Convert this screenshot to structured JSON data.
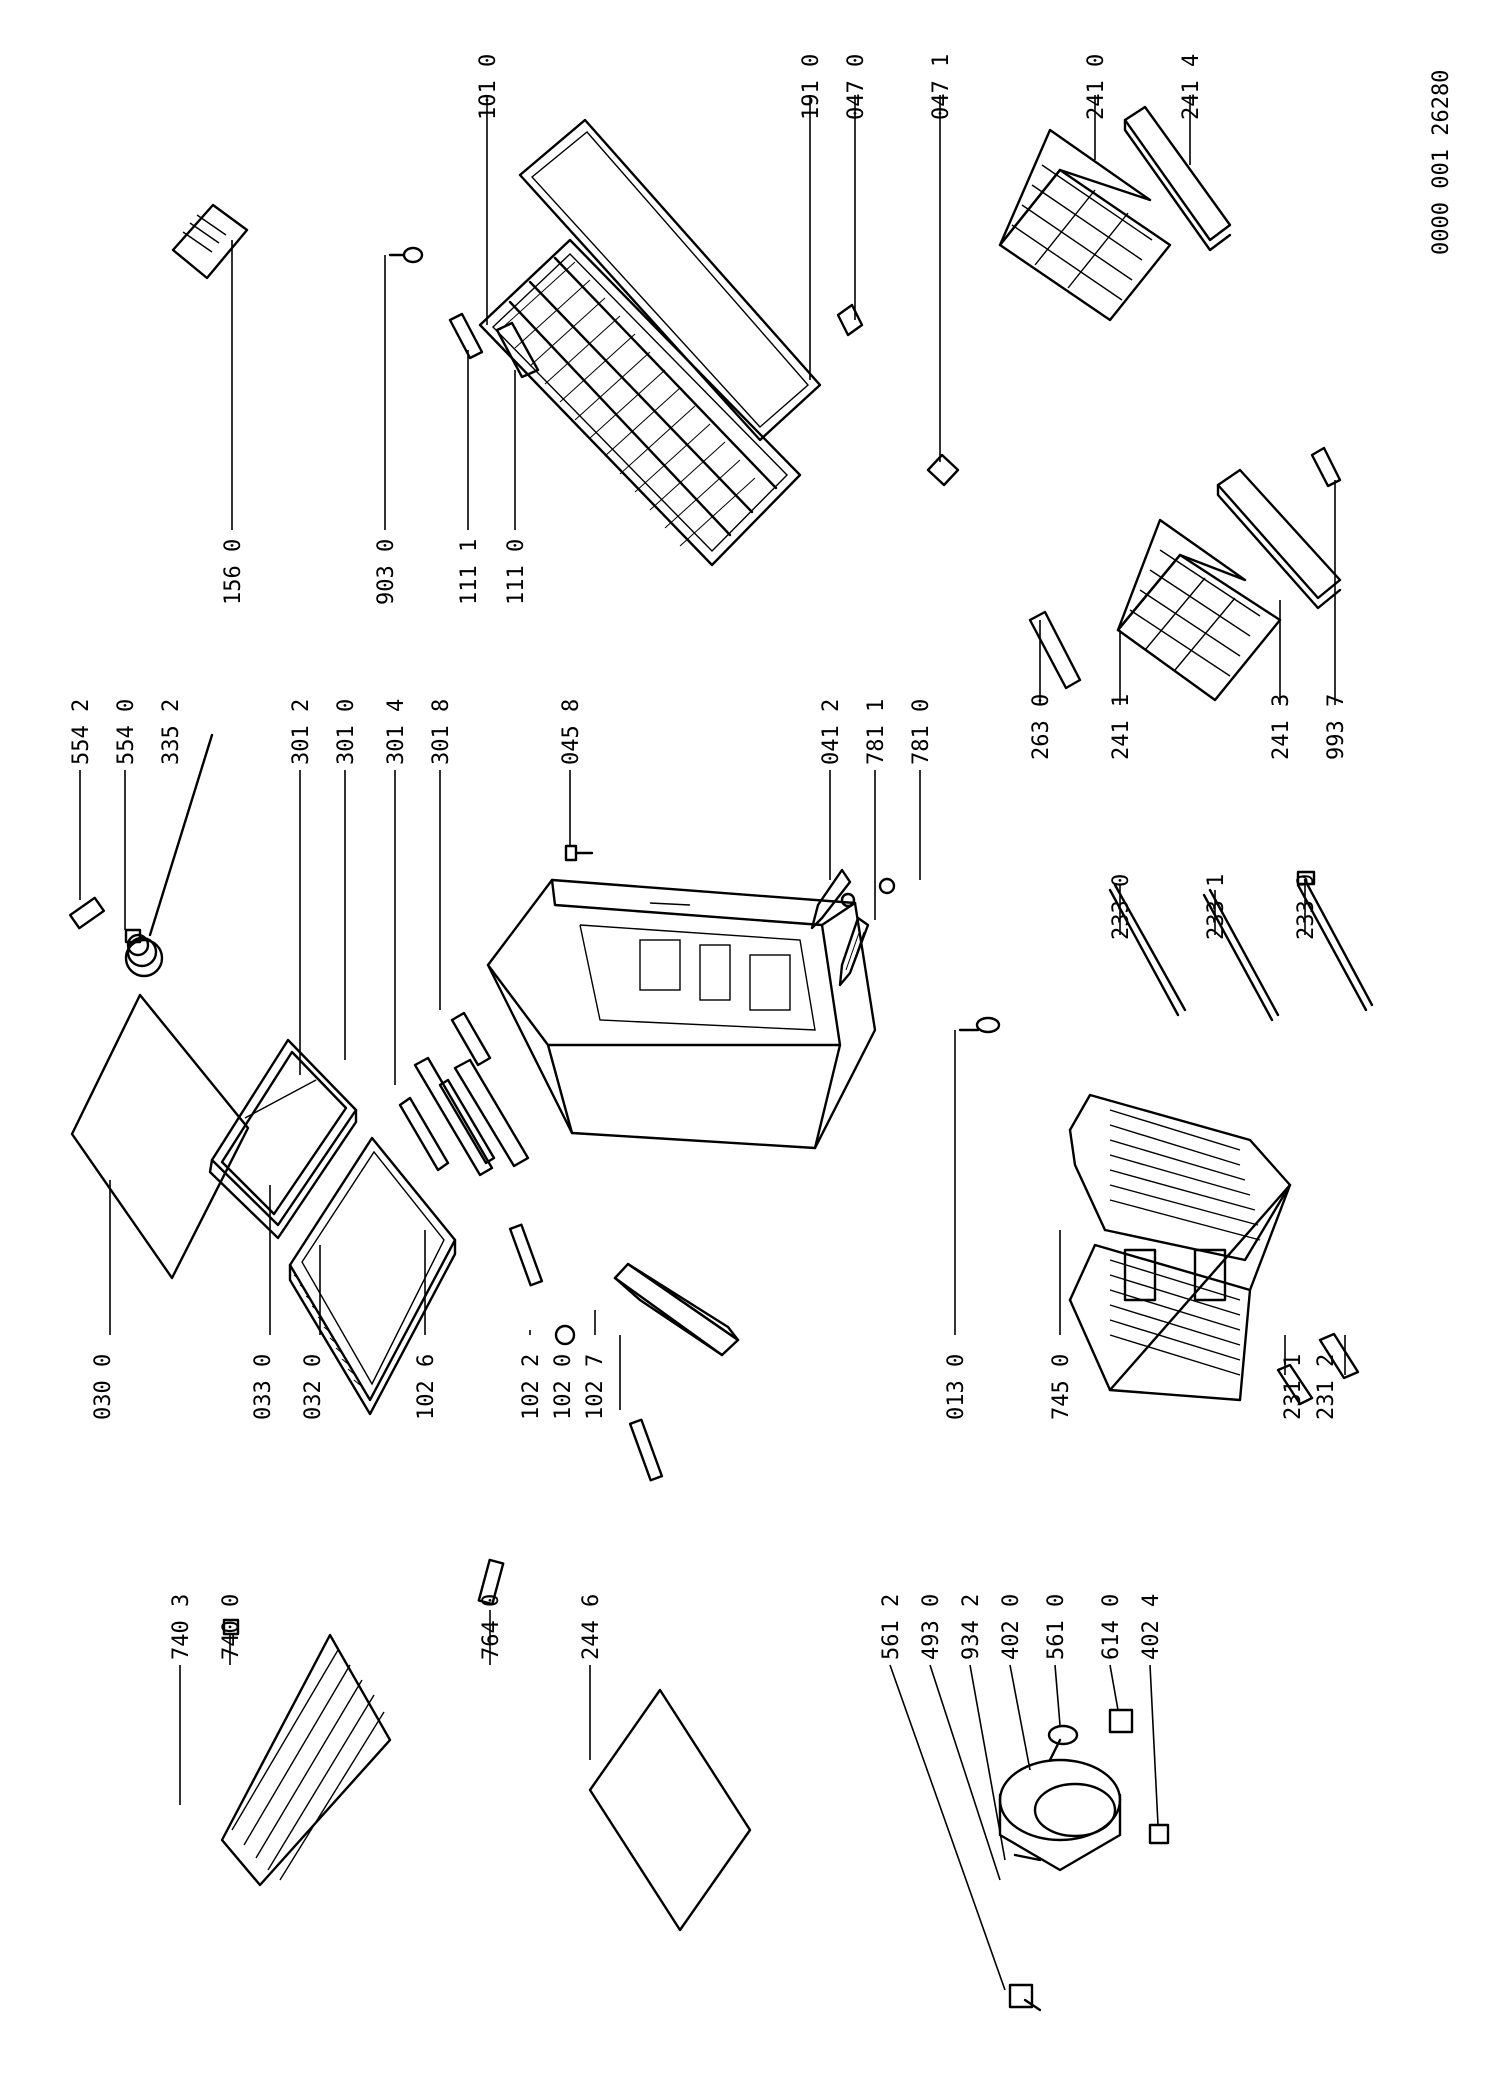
{
  "document": {
    "reference": "0000 001 26280"
  },
  "labels": [
    {
      "id": "lbl-030-0",
      "text": "030 0"
    },
    {
      "id": "lbl-033-0",
      "text": "033 0"
    },
    {
      "id": "lbl-032-0",
      "text": "032 0"
    },
    {
      "id": "lbl-102-6",
      "text": "102 6"
    },
    {
      "id": "lbl-102-2",
      "text": "102 2"
    },
    {
      "id": "lbl-102-0",
      "text": "102 0"
    },
    {
      "id": "lbl-102-7",
      "text": "102 7"
    },
    {
      "id": "lbl-013-0",
      "text": "013 0"
    },
    {
      "id": "lbl-745-0",
      "text": "745 0"
    },
    {
      "id": "lbl-231-1",
      "text": "231 1"
    },
    {
      "id": "lbl-231-2",
      "text": "231 2"
    },
    {
      "id": "lbl-740-3",
      "text": "740 3"
    },
    {
      "id": "lbl-740-0",
      "text": "740 0"
    },
    {
      "id": "lbl-764-0",
      "text": "764 0"
    },
    {
      "id": "lbl-244-6",
      "text": "244 6"
    },
    {
      "id": "lbl-561-2",
      "text": "561 2"
    },
    {
      "id": "lbl-493-0",
      "text": "493 0"
    },
    {
      "id": "lbl-934-2",
      "text": "934 2"
    },
    {
      "id": "lbl-402-0",
      "text": "402 0"
    },
    {
      "id": "lbl-561-0",
      "text": "561 0"
    },
    {
      "id": "lbl-614-0",
      "text": "614 0"
    },
    {
      "id": "lbl-402-4",
      "text": "402 4"
    },
    {
      "id": "lbl-554-2",
      "text": "554 2"
    },
    {
      "id": "lbl-554-0",
      "text": "554 0"
    },
    {
      "id": "lbl-335-2",
      "text": "335 2"
    },
    {
      "id": "lbl-301-2",
      "text": "301 2"
    },
    {
      "id": "lbl-301-0",
      "text": "301 0"
    },
    {
      "id": "lbl-301-4",
      "text": "301 4"
    },
    {
      "id": "lbl-301-8",
      "text": "301 8"
    },
    {
      "id": "lbl-045-8",
      "text": "045 8"
    },
    {
      "id": "lbl-041-2",
      "text": "041 2"
    },
    {
      "id": "lbl-781-1",
      "text": "781 1"
    },
    {
      "id": "lbl-781-0",
      "text": "781 0"
    },
    {
      "id": "lbl-233-0",
      "text": "233 0"
    },
    {
      "id": "lbl-233-1",
      "text": "233 1"
    },
    {
      "id": "lbl-233-9",
      "text": "233 9"
    },
    {
      "id": "lbl-156-0",
      "text": "156 0"
    },
    {
      "id": "lbl-903-0",
      "text": "903 0"
    },
    {
      "id": "lbl-111-1",
      "text": "111 1"
    },
    {
      "id": "lbl-111-0",
      "text": "111 0"
    },
    {
      "id": "lbl-263-0",
      "text": "263 0"
    },
    {
      "id": "lbl-241-1",
      "text": "241 1"
    },
    {
      "id": "lbl-241-3",
      "text": "241 3"
    },
    {
      "id": "lbl-993-7",
      "text": "993 7"
    },
    {
      "id": "lbl-101-0",
      "text": "101 0"
    },
    {
      "id": "lbl-191-0",
      "text": "191 0"
    },
    {
      "id": "lbl-047-0",
      "text": "047 0"
    },
    {
      "id": "lbl-047-1",
      "text": "047 1"
    },
    {
      "id": "lbl-241-0",
      "text": "241 0"
    },
    {
      "id": "lbl-241-4",
      "text": "241 4"
    }
  ]
}
